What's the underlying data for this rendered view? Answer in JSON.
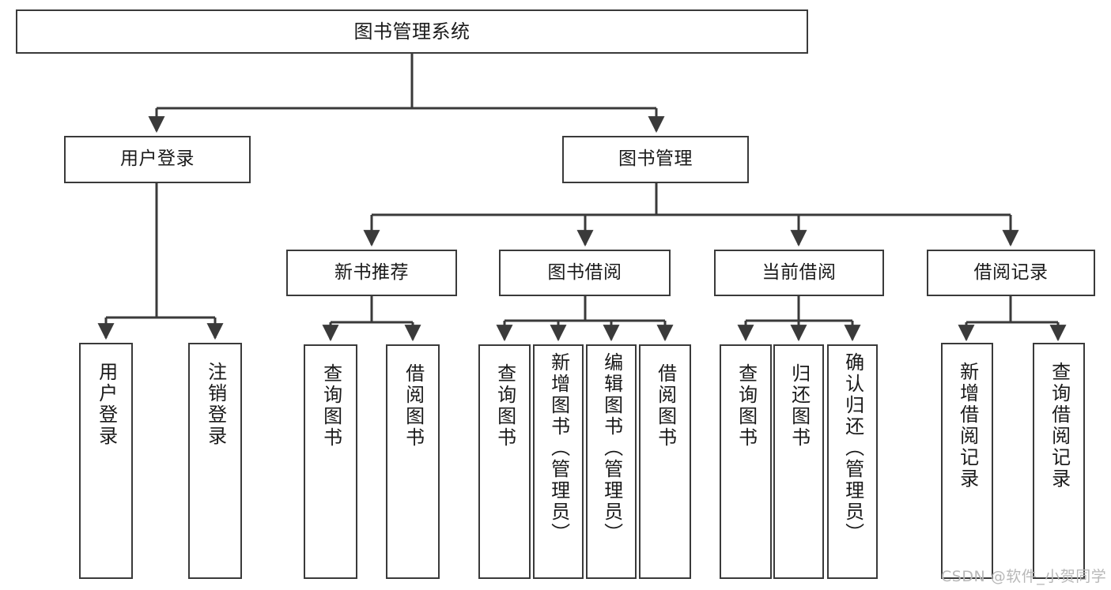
{
  "diagram": {
    "title": "图书管理系统",
    "type": "tree-hierarchy",
    "watermark": "CSDN @软件_小贺同学",
    "colors": {
      "background": "#ffffff",
      "box_border": "#3a3a3a",
      "box_fill": "#ffffff",
      "connector": "#3a3a3a",
      "text": "#1a1a1a",
      "watermark": "#b8b8b8"
    },
    "root": {
      "label": "图书管理系统"
    },
    "level2": [
      {
        "id": "user-login",
        "label": "用户登录"
      },
      {
        "id": "book-manage",
        "label": "图书管理"
      }
    ],
    "level3": [
      {
        "id": "new-book-rec",
        "label": "新书推荐"
      },
      {
        "id": "book-borrow",
        "label": "图书借阅"
      },
      {
        "id": "current-borrow",
        "label": "当前借阅"
      },
      {
        "id": "borrow-record",
        "label": "借阅记录"
      }
    ],
    "leaves": {
      "user_login": [
        {
          "id": "leaf-user-login",
          "label": "用户登录"
        },
        {
          "id": "leaf-logout",
          "label": "注销登录"
        }
      ],
      "new_book_rec": [
        {
          "id": "leaf-query-book-1",
          "label": "查询图书"
        },
        {
          "id": "leaf-borrow-book-1",
          "label": "借阅图书"
        }
      ],
      "book_borrow": [
        {
          "id": "leaf-query-book-2",
          "label": "查询图书"
        },
        {
          "id": "leaf-add-book",
          "label": "新增图书（管理员）"
        },
        {
          "id": "leaf-edit-book",
          "label": "编辑图书（管理员）"
        },
        {
          "id": "leaf-borrow-book-2",
          "label": "借阅图书"
        }
      ],
      "current_borrow": [
        {
          "id": "leaf-query-book-3",
          "label": "查询图书"
        },
        {
          "id": "leaf-return-book",
          "label": "归还图书"
        },
        {
          "id": "leaf-confirm-return",
          "label": "确认归还（管理员）"
        }
      ],
      "borrow_record": [
        {
          "id": "leaf-add-record",
          "label": "新增借阅记录"
        },
        {
          "id": "leaf-query-record",
          "label": "查询借阅记录"
        }
      ]
    }
  }
}
